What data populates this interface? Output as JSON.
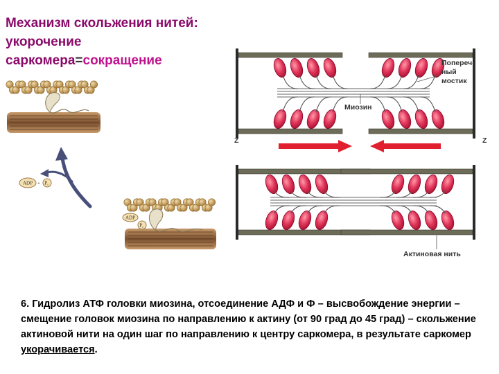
{
  "title": {
    "line1": "Механизм скольжения нитей:",
    "line2": "укорочение",
    "line3a": "саркомера",
    "eq": "=",
    "line3b": "сокращение"
  },
  "labels": {
    "crossbridge": [
      "Попереч-",
      "ный",
      "мостик"
    ],
    "myosin": "Миозин",
    "z_left": "Z",
    "z_right": "Z",
    "actin": "Актиновая нить",
    "adp": "ADP",
    "plus": "+",
    "pi": "P",
    "pi_sub": "i"
  },
  "caption": {
    "text": "6. Гидролиз АТФ головки миозина, отсоединение АДФ и Ф – высвобождение энергии – смещение головок миозина по направлению к актину (от 90 град до 45 град) – скольжение актиновой нити на один шаг по направлению к центру саркомера, в результате саркомер ",
    "underlined": "укорачивается",
    "end": "."
  },
  "colors": {
    "title": "#8a0a6a",
    "title_highlight": "#c0128e",
    "myosin_head": "#e0345a",
    "arrow": "#e0202e",
    "filament": "#6c6c58",
    "actin_bead": "#c8a05a"
  }
}
